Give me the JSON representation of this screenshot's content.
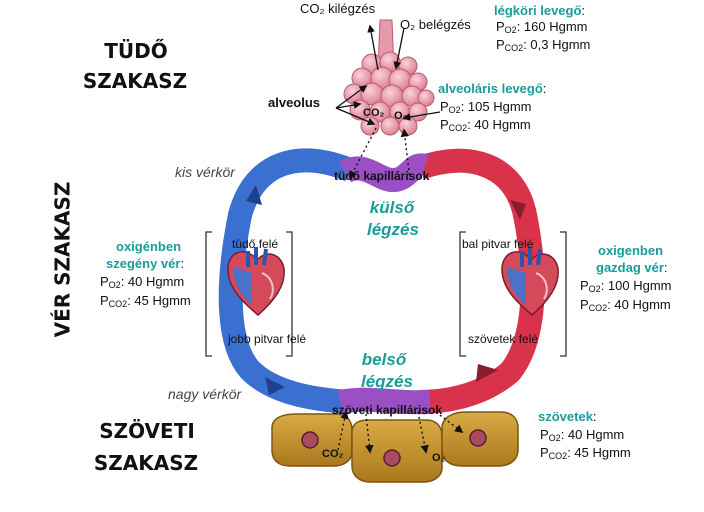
{
  "sections": {
    "lung_line1": "TÜDŐ",
    "lung_line2": "SZAKASZ",
    "blood": "VÉR SZAKASZ",
    "tissue_line1": "SZÖVETI",
    "tissue_line2": "SZAKASZ"
  },
  "airway": {
    "co2_exhale_label": "CO₂ kilégzés",
    "o2_inhale_label": "O₂ belégzés",
    "alveolus_label": "alveolus",
    "alv_co2": "CO₂",
    "alv_o2": "O₂"
  },
  "atmospheric_air": {
    "title": "légköri levegő",
    "po2_label": "PO2",
    "po2_value": ": 160 Hgmm",
    "pco2_label": "PCO2",
    "pco2_value": ": 0,3 Hgmm"
  },
  "alveolar_air": {
    "title": "alveoláris levegő",
    "po2_label": "PO2",
    "po2_value": ": 105 Hgmm",
    "pco2_label": "PCO2",
    "pco2_value": ": 40 Hgmm"
  },
  "circuit": {
    "pulmonary": "kis vérkör",
    "systemic": "nagy vérkör",
    "lung_capillaries": "tüdő kapillárisok",
    "tissue_capillaries": "szöveti kapillárisok",
    "external_resp_1": "külső",
    "external_resp_2": "légzés",
    "internal_resp_1": "belső",
    "internal_resp_2": "légzés"
  },
  "heart_labels": {
    "to_lung": "tüdő felé",
    "to_right_atrium": "jobb pitvar felé",
    "to_left_atrium": "bal pitvar felé",
    "to_tissues": "szövetek felé"
  },
  "deoxygenated_blood": {
    "title_1": "oxigénben",
    "title_2": "szegény vér",
    "po2_label": "PO2",
    "po2_value": ": 40 Hgmm",
    "pco2_label": "PCO2",
    "pco2_value": ": 45 Hgmm"
  },
  "oxygenated_blood": {
    "title_1": "oxigenben",
    "title_2": "gazdag vér",
    "po2_label": "PO2",
    "po2_value": ": 100 Hgmm",
    "pco2_label": "PCO2",
    "pco2_value": ": 40 Hgmm"
  },
  "tissues": {
    "title": "szövetek",
    "po2_label": "PO2",
    "po2_value": ": 40 Hgmm",
    "pco2_label": "PCO2",
    "pco2_value": ": 45 Hgmm",
    "co2_label": "CO₂",
    "o2_label": "O₂"
  },
  "colors": {
    "deoxygenated": "#3b6fd0",
    "oxygenated": "#d8334a",
    "capillary": "#9a4fc4",
    "accent_text": "#1a9c9a",
    "alveoli": "#f0a0b0",
    "cells": "#c89a2e"
  }
}
